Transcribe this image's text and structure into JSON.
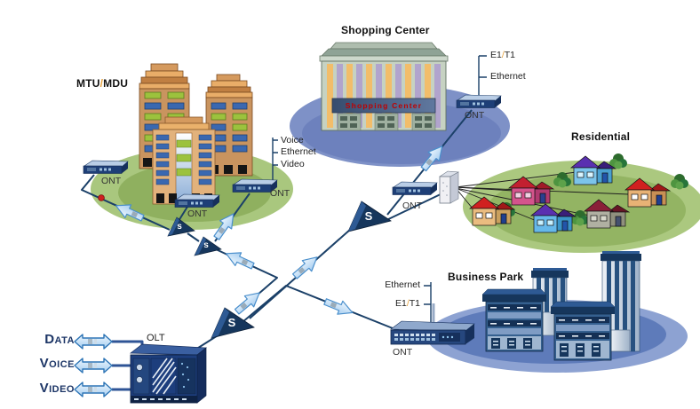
{
  "colors": {
    "line_navy": "#1b4068",
    "splitter_navy": "#16365c",
    "arrow_blue_fill": "#c9e4f8",
    "arrow_blue_stroke": "#4a8fcc",
    "site_green": "#a9c77e",
    "site_green_inner": "#8fb05f",
    "site_blue": "#7e91c7",
    "business_blue_outer": "#8da2d2",
    "business_blue_inner": "#5e7bba",
    "sign_text_red": "#c00000",
    "slash_orange": "#e8a33d",
    "drop_dot_red": "#cf1f1f"
  },
  "headend": {
    "olt_label": "OLT",
    "services": [
      {
        "label": "Data"
      },
      {
        "label": "Voice"
      },
      {
        "label": "Video"
      }
    ]
  },
  "splitters": [
    {
      "label": "S"
    },
    {
      "label": "S"
    },
    {
      "label": "s"
    },
    {
      "label": "s"
    }
  ],
  "sites": {
    "mtu_mdu": {
      "title_left": "MTU",
      "title_slash": "/",
      "title_right": "MDU",
      "drop_services": [
        "Voice",
        "Ethernet",
        "Video"
      ],
      "ont1": "ONT",
      "ont2": "ONT",
      "ont3": "ONT"
    },
    "shopping": {
      "title": "Shopping Center",
      "sign": "Shopping Center",
      "service1_left": "E1",
      "service1_slash": "/",
      "service1_right": "T1",
      "service2": "Ethernet",
      "ont": "ONT"
    },
    "residential": {
      "title": "Residential",
      "ont": "ONT"
    },
    "business": {
      "title": "Business Park",
      "service1": "Ethernet",
      "service2_left": "E1",
      "service2_slash": "/",
      "service2_right": "T1",
      "ont": "ONT"
    }
  }
}
